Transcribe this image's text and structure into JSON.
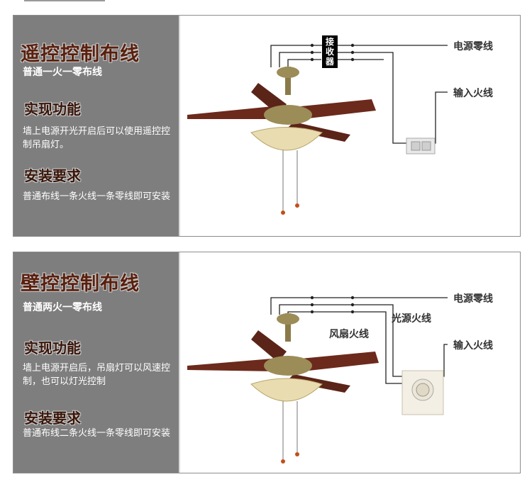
{
  "panel1": {
    "title": "遥控控制布线",
    "subtitle": "普通一火一零布线",
    "func_heading": "实现功能",
    "func_text": "墙上电源开光开启后可以使用遥控控制吊扇灯。",
    "install_heading": "安装要求",
    "install_text": "普通布线一条火线一条零线即可安装",
    "receiver": [
      "接",
      "收",
      "器"
    ],
    "labels": {
      "neutral": "电源零线",
      "live_in": "输入火线"
    }
  },
  "panel2": {
    "title": "壁控控制布线",
    "subtitle": "普通两火一零布线",
    "func_heading": "实现功能",
    "func_text": "墙上电源开启后，吊扇灯可以风速控制，也可以灯光控制",
    "install_heading": "安装要求",
    "install_text": "普通布线二条火线一条零线即可安装",
    "labels": {
      "neutral": "电源零线",
      "light_live": "光源火线",
      "fan_live": "风扇火线",
      "live_in": "输入火线"
    }
  },
  "colors": {
    "side_bg": "#7e7e7e",
    "title": "#5a1f0d",
    "blade": "#6b2a1c",
    "brass": "#8a7a4a"
  },
  "icons": [
    "ceiling-fan-icon",
    "wall-switch-icon",
    "dimmer-knob-icon"
  ]
}
